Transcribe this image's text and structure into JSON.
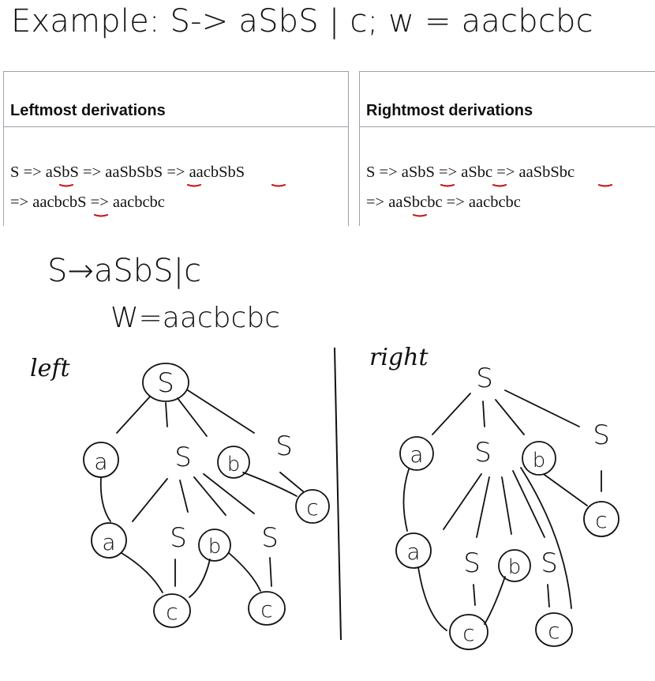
{
  "title": "Example: S-> aSbS | c; w = aacbcbc",
  "left_table": {
    "header": "Leftmost derivations",
    "line1": "S => aSbS => aaSbSbS => aacbSbS",
    "line2": "=> aacbcbS => aacbcbc"
  },
  "right_table": {
    "header": "Rightmost derivations",
    "line1": "S => aSbS => aSbc => aaSbSbc",
    "line2": "=> aaSbcbc => aacbcbc"
  },
  "handwriting": {
    "grammar": "S→aSbS|c",
    "word": "W=aacbcbc",
    "left_label": "left",
    "right_label": "right"
  },
  "trees": {
    "left": {
      "root": "S",
      "level1": [
        "a",
        "S",
        "b",
        "S"
      ],
      "level2": [
        "a",
        "S",
        "b",
        "S"
      ],
      "leaves": [
        "c",
        "c",
        "c"
      ]
    },
    "right": {
      "root": "S",
      "level1": [
        "a",
        "S",
        "b",
        "S"
      ],
      "level2": [
        "a",
        "S",
        "b",
        "S"
      ],
      "leaves": [
        "c",
        "c",
        "c"
      ]
    }
  },
  "colors": {
    "ink": "#111111",
    "underline": "#c81e1e",
    "border": "#9aa2ad"
  }
}
